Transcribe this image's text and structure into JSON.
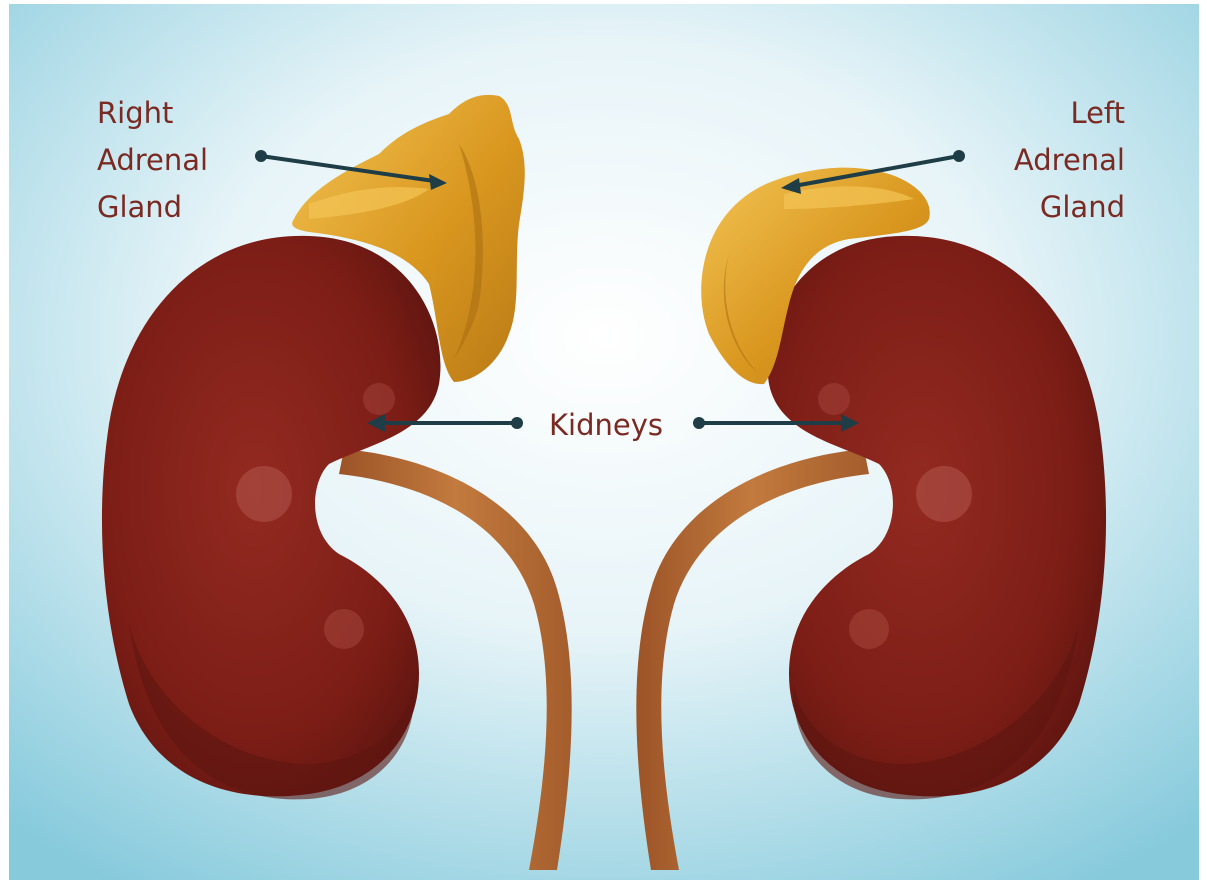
{
  "labels": {
    "right_adrenal": [
      "Right",
      "Adrenal",
      "Gland"
    ],
    "left_adrenal": [
      "Left",
      "Adrenal",
      "Gland"
    ],
    "kidneys": "Kidneys"
  },
  "colors": {
    "background_center": "#ffffff",
    "background_edge": "#8ccfdf",
    "kidney": "#7d1e17",
    "kidney_highlight": "#b0554c",
    "kidney_shadow": "#5e1510",
    "adrenal": "#d99a22",
    "adrenal_light": "#f0bf4a",
    "ureter": "#b56a34",
    "label_text": "#7a2a22",
    "pointer": "#1f3d47"
  },
  "icons": {
    "pointer_dot": "dot",
    "pointer_arrow": "arrow"
  }
}
